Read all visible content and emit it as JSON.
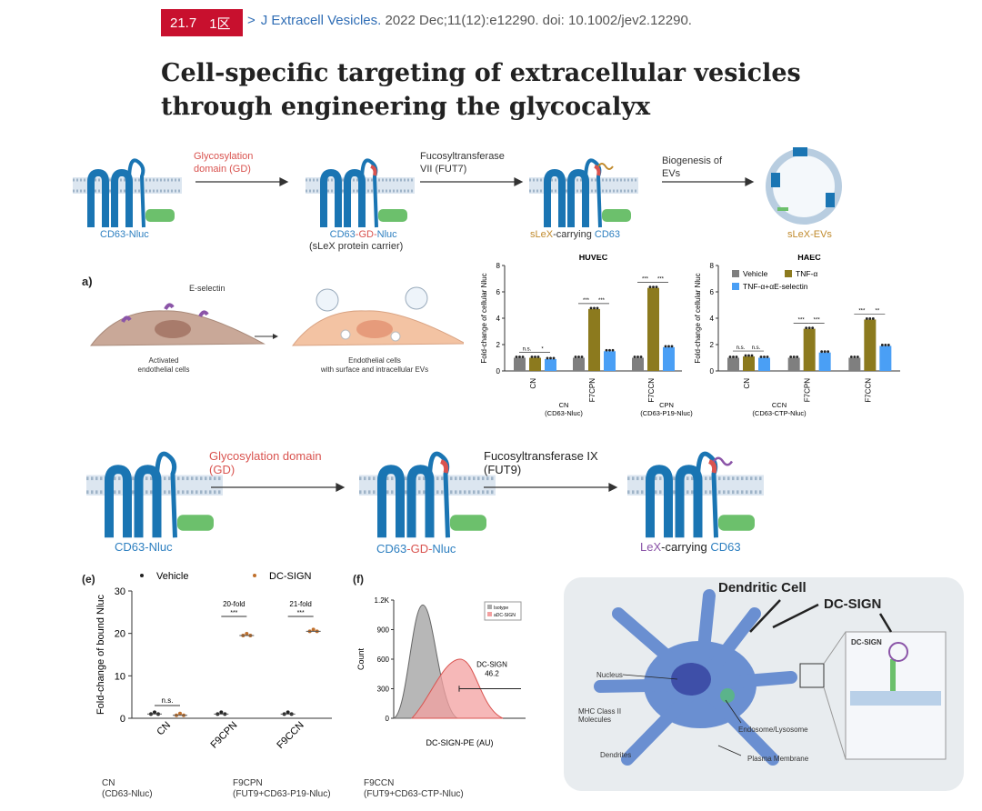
{
  "header": {
    "impact_factor": "21.7",
    "zone": "1区",
    "journal": "J Extracell Vesicles.",
    "citation": " 2022 Dec;11(12):e12290. doi: 10.1002/jev2.12290.",
    "title_line1": "Cell-specific targeting of extracellular vesicles",
    "title_line2": "through engineering the glycocalyx"
  },
  "top_scheme": {
    "step1_label_a": "Glycosylation",
    "step1_label_b": "domain (GD)",
    "step2_label_a": "Fucosyltransferase",
    "step2_label_b": "VII (FUT7)",
    "step3_label_a": "Biogenesis of",
    "step3_label_b": "EVs",
    "construct1_a": "CD63",
    "construct1_b": "-Nluc",
    "construct2_a": "CD63",
    "construct2_b": "-GD-",
    "construct2_c": "Nluc",
    "construct2_sub": "(sLeX protein carrier)",
    "construct3_a": "sLeX",
    "construct3_b": "-carrying ",
    "construct3_c": "CD63",
    "construct4_a": "sLeX",
    "construct4_b": "-EVs"
  },
  "panel_a": {
    "panel_letter": "a)",
    "eselectin": "E-selectin",
    "cell1_a": "Activated",
    "cell1_b": "endothelial cells",
    "cell2_a": "Endothelial cells",
    "cell2_b": "with surface and intracellular EVs"
  },
  "bar_charts": {
    "ylabel": "Fold-change of cellular Nluc",
    "legend": [
      "Vehicle",
      "TNF-α",
      "TNF-α+αE-selectin"
    ],
    "colors": [
      "#7f7f7f",
      "#8c7a1e",
      "#4a9ff5"
    ],
    "bottom_notes": [
      {
        "a": "CN",
        "b": "(CD63-Nluc)"
      },
      {
        "a": "CPN",
        "b": "(CD63-P19-Nluc)"
      },
      {
        "a": "CCN",
        "b": "(CD63-CTP-Nluc)"
      }
    ]
  },
  "chart_data": [
    {
      "type": "bar",
      "title": "HUVEC",
      "ylabel": "Fold-change of cellular Nluc",
      "ylim": [
        0,
        8
      ],
      "yticks": [
        "0",
        "2",
        "4",
        "6",
        "8"
      ],
      "categories": [
        "CN",
        "F7CPN",
        "F7CCN"
      ],
      "series": [
        {
          "name": "Vehicle",
          "values": [
            1.0,
            1.0,
            1.0
          ]
        },
        {
          "name": "TNF-α",
          "values": [
            1.0,
            4.7,
            6.3
          ]
        },
        {
          "name": "TNF-α+αE-selectin",
          "values": [
            0.9,
            1.5,
            1.8
          ]
        }
      ],
      "annotations": [
        "n.s.",
        "*",
        "***",
        "***",
        "***",
        "***"
      ]
    },
    {
      "type": "bar",
      "title": "HAEC",
      "ylabel": "Fold-change of cellular Nluc",
      "ylim": [
        0,
        8
      ],
      "yticks": [
        "0",
        "2",
        "4",
        "6",
        "8"
      ],
      "categories": [
        "CN",
        "F7CPN",
        "F7CCN"
      ],
      "series": [
        {
          "name": "Vehicle",
          "values": [
            1.0,
            1.0,
            1.0
          ]
        },
        {
          "name": "TNF-α",
          "values": [
            1.1,
            3.2,
            3.9
          ]
        },
        {
          "name": "TNF-α+αE-selectin",
          "values": [
            1.0,
            1.4,
            1.9
          ]
        }
      ],
      "annotations": [
        "n.s.",
        "n.s.",
        "***",
        "***",
        "***",
        "**"
      ]
    },
    {
      "type": "scatter",
      "title": "",
      "ylabel": "Fold-change of bound Nluc",
      "ylim": [
        0,
        30
      ],
      "yticks": [
        "0",
        "10",
        "20",
        "30"
      ],
      "categories": [
        "CN",
        "F9CPN",
        "F9CCN"
      ],
      "series": [
        {
          "name": "Vehicle",
          "values": [
            1.0,
            1.0,
            1.0
          ]
        },
        {
          "name": "DC-SIGN",
          "values": [
            0.7,
            19.5,
            20.5
          ]
        }
      ],
      "annotations": [
        "n.s.",
        "20-fold",
        "***",
        "21-fold",
        "***"
      ]
    },
    {
      "type": "area",
      "title": "",
      "xlabel": "DC-SIGN-PE (AU)",
      "ylabel": "Count",
      "yticks": [
        "0",
        "300",
        "600",
        "900",
        "1.2K"
      ],
      "ylim": [
        0,
        1200
      ],
      "series": [
        {
          "name": "Isotype",
          "peak": 1150
        },
        {
          "name": "aDC-SIGN",
          "peak": 600
        }
      ],
      "annotations": [
        "DC-SIGN",
        "46.2"
      ]
    }
  ],
  "middle_scheme": {
    "step1_a": "Glycosylation domain",
    "step1_b": "(GD)",
    "step2_a": "Fucosyltransferase IX",
    "step2_b": "(FUT9)",
    "c1_a": "CD63",
    "c1_b": "-Nluc",
    "c2_a": "CD63",
    "c2_b": "-GD-",
    "c2_c": "Nluc",
    "c3_a": "LeX",
    "c3_b": "-carrying ",
    "c3_c": "CD63"
  },
  "panel_e": {
    "letter": "(e)",
    "legend_vehicle": "Vehicle",
    "legend_dcsign": "DC-SIGN",
    "fold1": "20-fold",
    "fold2": "21-fold"
  },
  "panel_f": {
    "letter": "(f)",
    "legend_isotype": "Isotype",
    "legend_adcsign": "aDC-SIGN",
    "gate_label": "DC-SIGN",
    "gate_value": "46.2"
  },
  "footnotes": [
    {
      "a": "CN",
      "b": "(CD63-Nluc)"
    },
    {
      "a": "F9CPN",
      "b": "(FUT9+CD63-P19-Nluc)"
    },
    {
      "a": "F9CCN",
      "b": "(FUT9+CD63-CTP-Nluc)"
    }
  ],
  "dendritic": {
    "title": "Dendritic Cell",
    "dcsign": "DC-SIGN",
    "inset_label": "DC-SIGN",
    "nucleus": "Nucleus",
    "mhc_a": "MHC Class II",
    "mhc_b": "Molecules",
    "dendrites": "Dendrites",
    "endosome": "Endosome/Lysosome",
    "plasma": "Plasma Membrane"
  }
}
